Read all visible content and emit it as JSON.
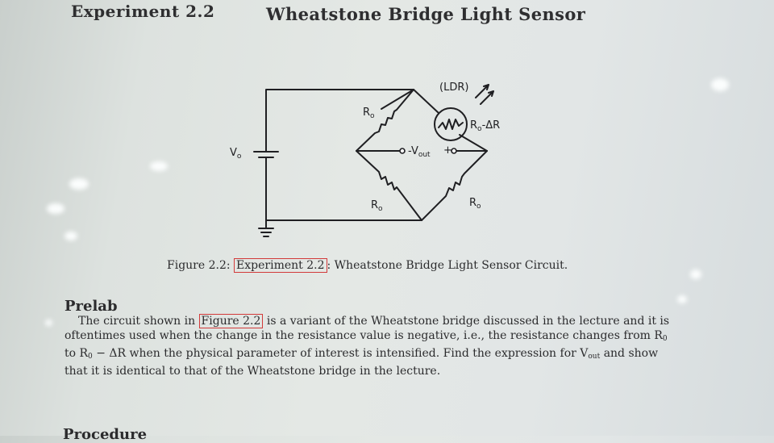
{
  "header": {
    "experiment_label": "Experiment 2.2",
    "title": "Wheatstone Bridge Light Sensor"
  },
  "circuit": {
    "ldr_label": "(LDR)",
    "r_label": "R",
    "r_sub": "o",
    "ldr_value_label": "R",
    "ldr_value_suffix": "-ΔR",
    "vout_label": "V",
    "vout_sub": "out",
    "plus_sign": "+",
    "source_label": "V",
    "source_sub": "o"
  },
  "figure": {
    "caption_prefix": "Figure 2.2:",
    "caption_ref": "Experiment 2.2",
    "caption_suffix": ": Wheatstone Bridge Light Sensor Circuit."
  },
  "prelab": {
    "heading": "Prelab",
    "line1_a": "The circuit shown in",
    "line1_ref": "Figure 2.2",
    "line1_b": "is a variant of the Wheatstone bridge discussed in the lecture and it is",
    "line2_a": "oftentimes used when the change in the resistance value is negative, i.e., the resistance changes from R",
    "line2_sub": "0",
    "line3_a": "to R",
    "line3_sub": "0",
    "line3_b": "− ΔR when the physical parameter of interest is intensified. Find the expression for V",
    "line3_sub2": "out",
    "line3_c": "and show",
    "line4": "that it is identical to that of the Wheatstone bridge in the lecture."
  },
  "next_section_fragment": "Procedure"
}
